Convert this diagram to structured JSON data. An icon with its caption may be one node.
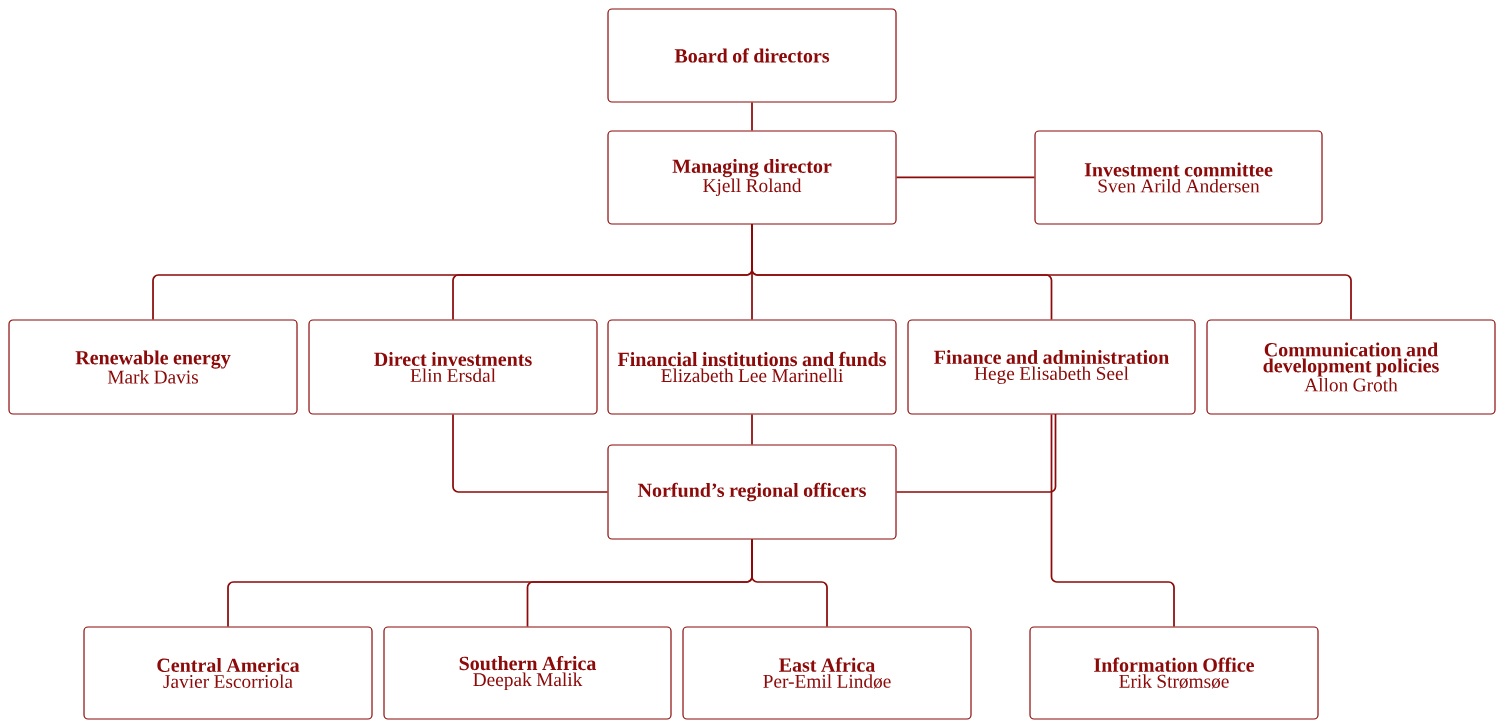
{
  "diagram": {
    "nodes": [
      {
        "text": [
          "Board of directors"
        ]
      },
      {
        "text": [
          "Managing director",
          "Kjell Roland"
        ]
      },
      {
        "text": [
          "Investment committee",
          "Sven Arild Andersen"
        ]
      },
      {
        "text": [
          "Renewable energy",
          "Mark Davis"
        ]
      },
      {
        "text": [
          "Direct investments",
          "Elin Ersdal"
        ]
      },
      {
        "text": [
          "Financial institutions and funds",
          "Elizabeth Lee Marinelli"
        ]
      },
      {
        "text": [
          "Finance and administration",
          "Hege Elisabeth Seel"
        ]
      },
      {
        "text": [
          "Communication and development policies",
          "Allon Groth"
        ]
      },
      {
        "text": [
          "Norfund’s regional officers"
        ]
      },
      {
        "text": [
          "Central America",
          "Javier Escorriola"
        ]
      },
      {
        "text": [
          "Southern Africa",
          "Deepak Malik"
        ]
      },
      {
        "text": [
          "East Africa",
          "Per-Emil Lindøe"
        ]
      },
      {
        "text": [
          "Information Office",
          "Erik Strømsøe"
        ]
      }
    ],
    "edges": [
      {
        "from": 0,
        "to": 1,
        "arrow": "none"
      },
      {
        "from": 1,
        "to": 2,
        "arrow": "none"
      },
      {
        "from": 1,
        "to": 3,
        "arrow": "none"
      },
      {
        "from": 1,
        "to": 4,
        "arrow": "none"
      },
      {
        "from": 1,
        "to": 5,
        "arrow": "none"
      },
      {
        "from": 1,
        "to": 6,
        "arrow": "none"
      },
      {
        "from": 1,
        "to": 7,
        "arrow": "none"
      },
      {
        "from": 5,
        "to": 8,
        "arrow": "none"
      },
      {
        "from": 4,
        "to": 8,
        "arrow": "none"
      },
      {
        "from": 6,
        "to": 8,
        "arrow": "none"
      },
      {
        "from": 8,
        "to": 9,
        "arrow": "none"
      },
      {
        "from": 8,
        "to": 10,
        "arrow": "none"
      },
      {
        "from": 8,
        "to": 11,
        "arrow": "none"
      },
      {
        "from": 6,
        "to": 12,
        "arrow": "none"
      }
    ]
  }
}
